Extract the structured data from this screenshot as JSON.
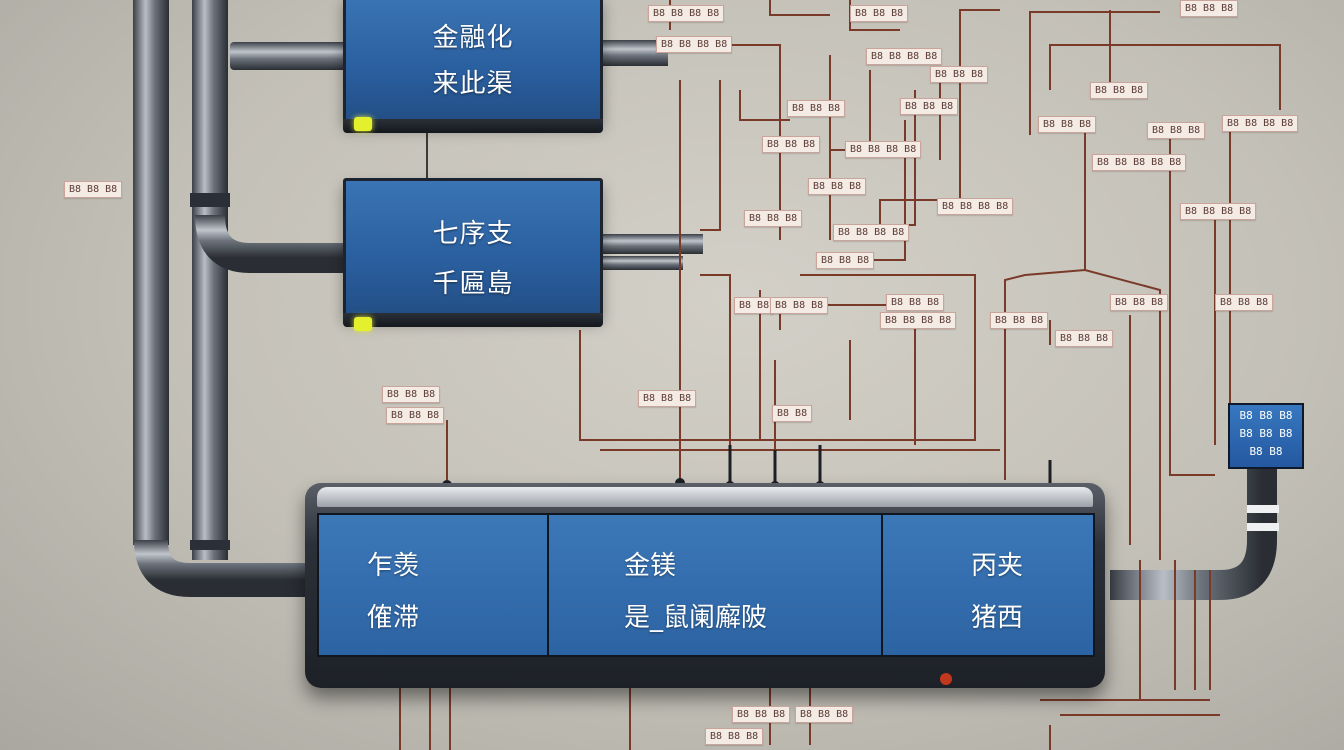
{
  "boxes": [
    {
      "line1": "金融化",
      "line2": "来此渠"
    },
    {
      "line1": "七序支",
      "line2": "千匾島"
    }
  ],
  "main_panels": [
    {
      "line1": "乍羡",
      "line2": "傕滞"
    },
    {
      "line1": "金镁",
      "line2": "是_鼠阑廨陂"
    },
    {
      "line1": "丙夹",
      "line2": "猪西"
    }
  ],
  "side_unit": {
    "line1": "B8 B8 B8",
    "line2": "B8 B8 B8",
    "line3": "B8 B8"
  },
  "labels": {
    "t1": "B8 B8 B8 B8",
    "t2": "B8 B8 B8",
    "t3": "B8 B8 B8 B8",
    "t4": "B8 B8 B8",
    "t5": "B8 B8 B8 B8",
    "t6": "B8 B8 B8",
    "t7": "B8 B8 B8",
    "t8": "B8 B8 B8",
    "t9": "B8 B8 B8",
    "t10": "B8 B8 B8",
    "t11": "B8 B8 B8",
    "t12": "B8 B8 B8 B8",
    "t13": "B8 B8 B8",
    "t14": "B8 B8 B8 B8",
    "t15": "B8 B8 B8 B8 B8",
    "t16": "B8 B8 B8",
    "t17": "B8 B8 B8",
    "t18": "B8 B8 B8 B8",
    "t19": "B8 B8 B8 B8",
    "t20": "B8 B8 B8",
    "t21": "B8 B8 B8 B8",
    "t22": "B8 B8 B8",
    "t23": "B8 B8",
    "t24": "B8 B8 B8",
    "t25": "B8 B8 B8",
    "t26": "B8 B8 B8",
    "t27": "B8 B8 B8",
    "t28": "B8 B8 B8 B8",
    "t29": "B8 B8 B8",
    "t30": "B8 B8 B8",
    "t31": "B8 B8 B8",
    "t32": "B8 B8 B8",
    "t33": "B8 B8 B8",
    "t34": "B8 B8",
    "t35": "B8 B8 B8",
    "t36": "B8 B8 B8",
    "t37": "B8 B8 B8"
  }
}
